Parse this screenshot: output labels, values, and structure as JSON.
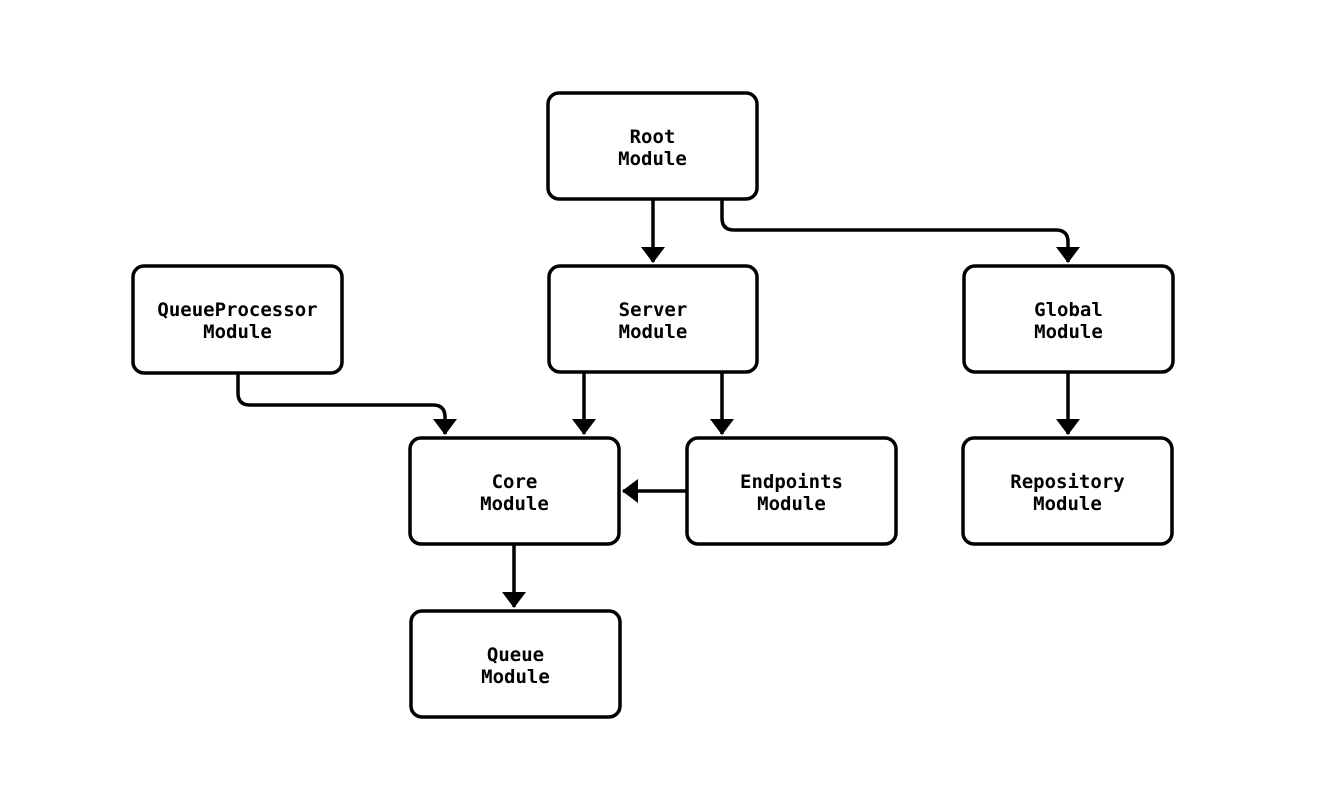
{
  "diagram": {
    "type": "flowchart",
    "background_color": "#ffffff",
    "stroke_color": "#000000",
    "node_fill_color": "#ffffff",
    "text_color": "#000000",
    "nodes": {
      "root": {
        "line1": "Root",
        "line2": "Module"
      },
      "queue_processor": {
        "line1": "QueueProcessor",
        "line2": "Module"
      },
      "server": {
        "line1": "Server",
        "line2": "Module"
      },
      "global": {
        "line1": "Global",
        "line2": "Module"
      },
      "core": {
        "line1": "Core",
        "line2": "Module"
      },
      "endpoints": {
        "line1": "Endpoints",
        "line2": "Module"
      },
      "repository": {
        "line1": "Repository",
        "line2": "Module"
      },
      "queue": {
        "line1": "Queue",
        "line2": "Module"
      }
    },
    "edges": [
      {
        "from": "Root Module",
        "to": "Server Module"
      },
      {
        "from": "Root Module",
        "to": "Global Module"
      },
      {
        "from": "QueueProcessor Module",
        "to": "Core Module"
      },
      {
        "from": "Server Module",
        "to": "Core Module"
      },
      {
        "from": "Server Module",
        "to": "Endpoints Module"
      },
      {
        "from": "Endpoints Module",
        "to": "Core Module"
      },
      {
        "from": "Global Module",
        "to": "Repository Module"
      },
      {
        "from": "Core Module",
        "to": "Queue Module"
      }
    ]
  }
}
